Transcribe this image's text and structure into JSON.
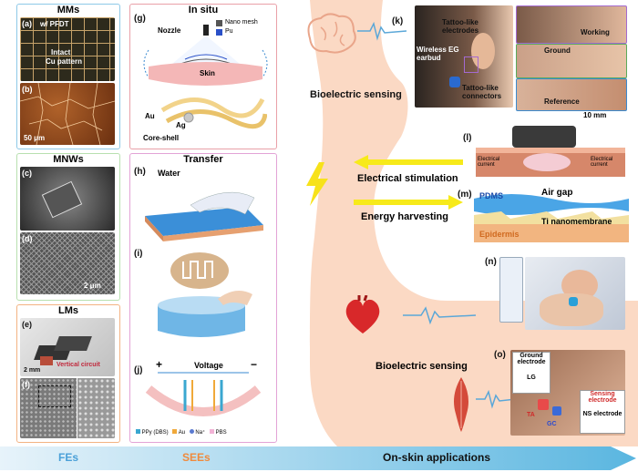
{
  "colors": {
    "mms_border": "#8ec9e8",
    "mnws_border": "#b8e0b0",
    "lms_border": "#f3b383",
    "insitu_border": "#e9a0a8",
    "transfer_border": "#e3a3d6",
    "body": "#fbd9c4",
    "bottom_bar": "#7cc6e6",
    "fes_text": "#4aa0d8",
    "sees_text": "#f08a3c",
    "arrow_yellow": "#f7ea1a"
  },
  "mms": {
    "title": "MMs",
    "label_a": "(a)",
    "pfdt": "w/ PFDT",
    "intact": "Intact",
    "cu": "Cu pattern",
    "label_b": "(b)",
    "scale_b": "50 μm"
  },
  "mnws": {
    "title": "MNWs",
    "label_c": "(c)",
    "label_d": "(d)",
    "scale_d": "2 μm"
  },
  "lms": {
    "title": "LMs",
    "label_e": "(e)",
    "vertical": "Vertical circuit",
    "scale_e": "2 mm",
    "label_f": "(f)"
  },
  "insitu": {
    "title": "In situ",
    "label_g": "(g)",
    "legend1": "Nano mesh",
    "legend2": "Pu",
    "nozzle": "Nozzle",
    "skin": "Skin",
    "au": "Au",
    "ag": "Ag",
    "core": "Core-shell"
  },
  "transfer": {
    "title": "Transfer",
    "label_h": "(h)",
    "water": "Water",
    "label_i": "(i)",
    "label_j": "(j)",
    "voltage": "Voltage",
    "plus": "+",
    "minus": "−",
    "leg1": "PPy (DBS)",
    "leg2": "Au",
    "leg3": "Na⁺",
    "leg4": "PBS"
  },
  "right": {
    "bio1": "Bioelectric sensing",
    "label_k": "(k)",
    "tattoo_electrodes": "Tattoo-like electrodes",
    "wireless": "Wireless EG earbud",
    "tattoo_connectors": "Tattoo-like connectors",
    "working": "Working",
    "ground": "Ground",
    "reference": "Reference",
    "scale_k": "10 mm",
    "label_l": "(l)",
    "ecur1": "Electrical current",
    "ecur2": "Electrical current",
    "estim": "Electrical stimulation",
    "label_m": "(m)",
    "pdms": "PDMS",
    "airgap": "Air gap",
    "ti": "Ti nanomembrane",
    "epidermis": "Epidermis",
    "energy": "Energy harvesting",
    "label_n": "(n)",
    "bio2": "Bioelectric sensing",
    "label_o": "(o)",
    "ground_el": "Ground electrode",
    "lg": "LG",
    "sensing_el": "Sensing electrode",
    "ns": "NS electrode",
    "ta": "TA",
    "gc": "GC"
  },
  "bottom": {
    "fes": "FEs",
    "sees": "SEEs",
    "onskin": "On-skin applications"
  }
}
